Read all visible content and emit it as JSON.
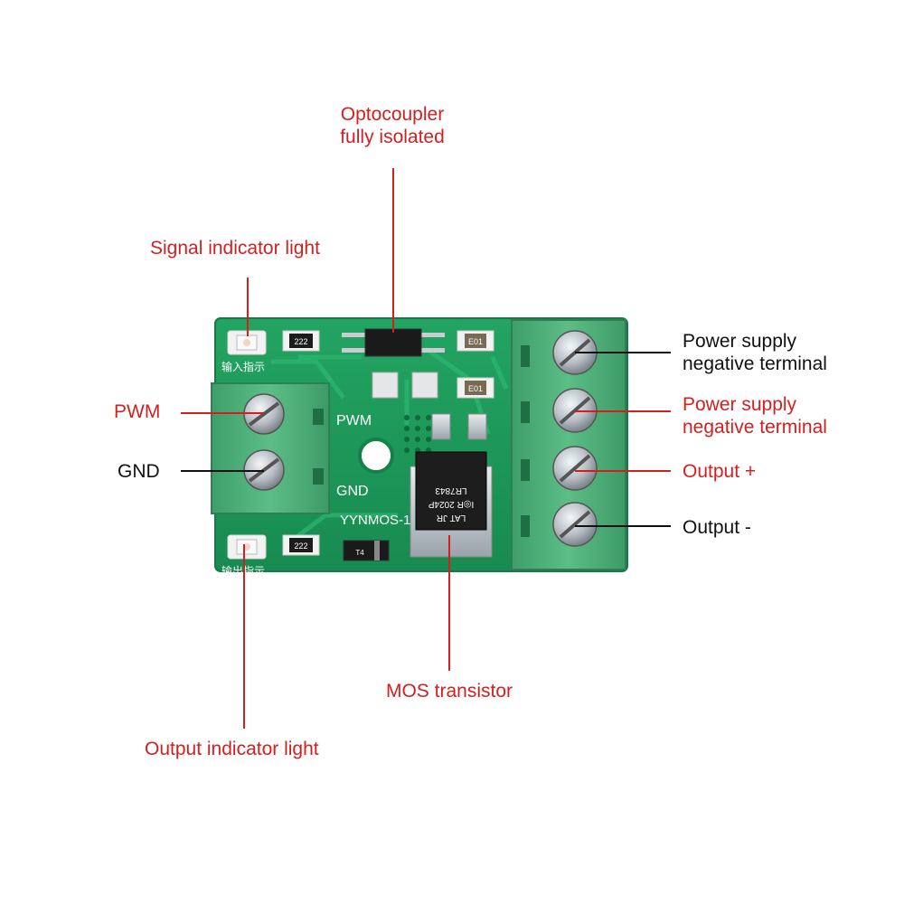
{
  "callouts": {
    "optocoupler": {
      "text": "Optocoupler\nfully isolated",
      "color": "#d41f1f"
    },
    "signal_indicator": {
      "text": "Signal indicator light",
      "color": "#d41f1f"
    },
    "pwm": {
      "text": "PWM",
      "color": "#d41f1f"
    },
    "gnd": {
      "text": "GND",
      "color": "#111111"
    },
    "power_neg_1": {
      "text": "Power supply\nnegative terminal",
      "color": "#111111"
    },
    "power_neg_2": {
      "text": "Power supply\nnegative terminal",
      "color": "#d41f1f"
    },
    "output_plus": {
      "text": "Output +",
      "color": "#d41f1f"
    },
    "output_minus": {
      "text": "Output -",
      "color": "#111111"
    },
    "mos_transistor": {
      "text": "MOS transistor",
      "color": "#d41f1f"
    },
    "output_indicator": {
      "text": "Output indicator light",
      "color": "#d41f1f"
    }
  },
  "board": {
    "silkscreen_pwm": "PWM",
    "silkscreen_gnd": "GND",
    "model": "YYNMOS-1",
    "input_indicator_cn": "输入指示",
    "output_indicator_cn": "输出指示",
    "resistor_top": "222",
    "resistor_bottom": "222",
    "cap_top": "E01",
    "cap_mid": "E01",
    "diode": "T4",
    "mosfet_marking_1": "LR7843",
    "mosfet_marking_2": "I◎R 2024P",
    "mosfet_marking_3": "LAT JR",
    "colors": {
      "pcb": "#1f9a5a",
      "terminal": "#4caf78",
      "lead_red": "#d41f1f",
      "lead_black": "#111111"
    }
  }
}
